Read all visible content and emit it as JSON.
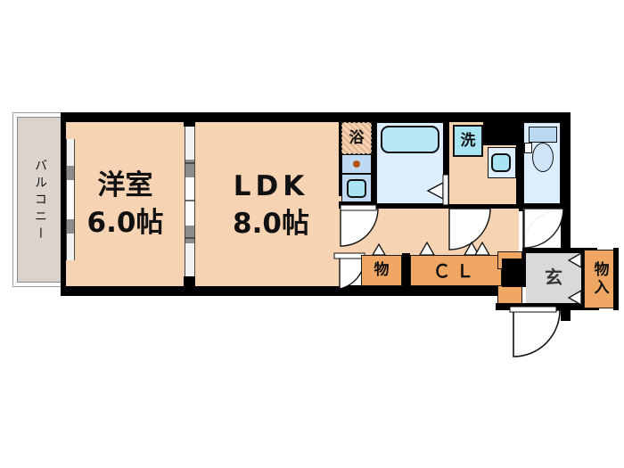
{
  "plan": {
    "type": "floor-plan",
    "layout_code": "1LDK",
    "background": "#ffffff",
    "colors": {
      "wall": "#000000",
      "room_floor": "#f5d3b3",
      "balcony_floor": "#dcd4cc",
      "entrance_floor": "#d9d9d9",
      "storage_fill": "#f0a763",
      "water_fixture": "#ddeeff",
      "fixture_accent": "#a8e4f2",
      "tub_fill": "#b9e6f7",
      "stove_knob": "#b5531c"
    },
    "rooms": [
      {
        "id": "balcony",
        "name": "balcony",
        "label": "バルコニー",
        "orientation": "vertical"
      },
      {
        "id": "washitsu",
        "name": "western-room",
        "label": "洋室",
        "size_label": "6.0帖",
        "tatami": 6.0
      },
      {
        "id": "ldk",
        "name": "living-dining-kitchen",
        "label": "LDK",
        "size_label": "8.0帖",
        "tatami": 8.0
      },
      {
        "id": "bath",
        "name": "bathroom",
        "label": "浴"
      },
      {
        "id": "washroom",
        "name": "washroom",
        "label": "洗"
      },
      {
        "id": "closet",
        "name": "closet",
        "label": "ＣＬ"
      },
      {
        "id": "storage1",
        "name": "storage-ldk",
        "label": "物"
      },
      {
        "id": "genkan",
        "name": "entrance",
        "label": "玄"
      },
      {
        "id": "storage2",
        "name": "entrance-storage",
        "label": "物入",
        "orientation": "vertical"
      }
    ],
    "fixtures": [
      {
        "id": "bathtub",
        "name": "bathtub"
      },
      {
        "id": "kitchen-sink",
        "name": "kitchen-sink"
      },
      {
        "id": "stove",
        "name": "stove-burner"
      },
      {
        "id": "toilet",
        "name": "toilet"
      },
      {
        "id": "vanity",
        "name": "wash-basin"
      }
    ],
    "doors": [
      {
        "id": "ldk-partition",
        "name": "sliding-partition-door",
        "kind": "sliding"
      },
      {
        "id": "balcony-window",
        "name": "balcony-sliding-window",
        "kind": "sliding"
      },
      {
        "id": "bath-door",
        "name": "bathroom-door",
        "kind": "swing"
      },
      {
        "id": "ldk-door",
        "name": "ldk-entry-door",
        "kind": "swing"
      },
      {
        "id": "toilet-door",
        "name": "toilet-door",
        "kind": "swing"
      },
      {
        "id": "front-door",
        "name": "front-entrance-door",
        "kind": "swing"
      }
    ]
  }
}
